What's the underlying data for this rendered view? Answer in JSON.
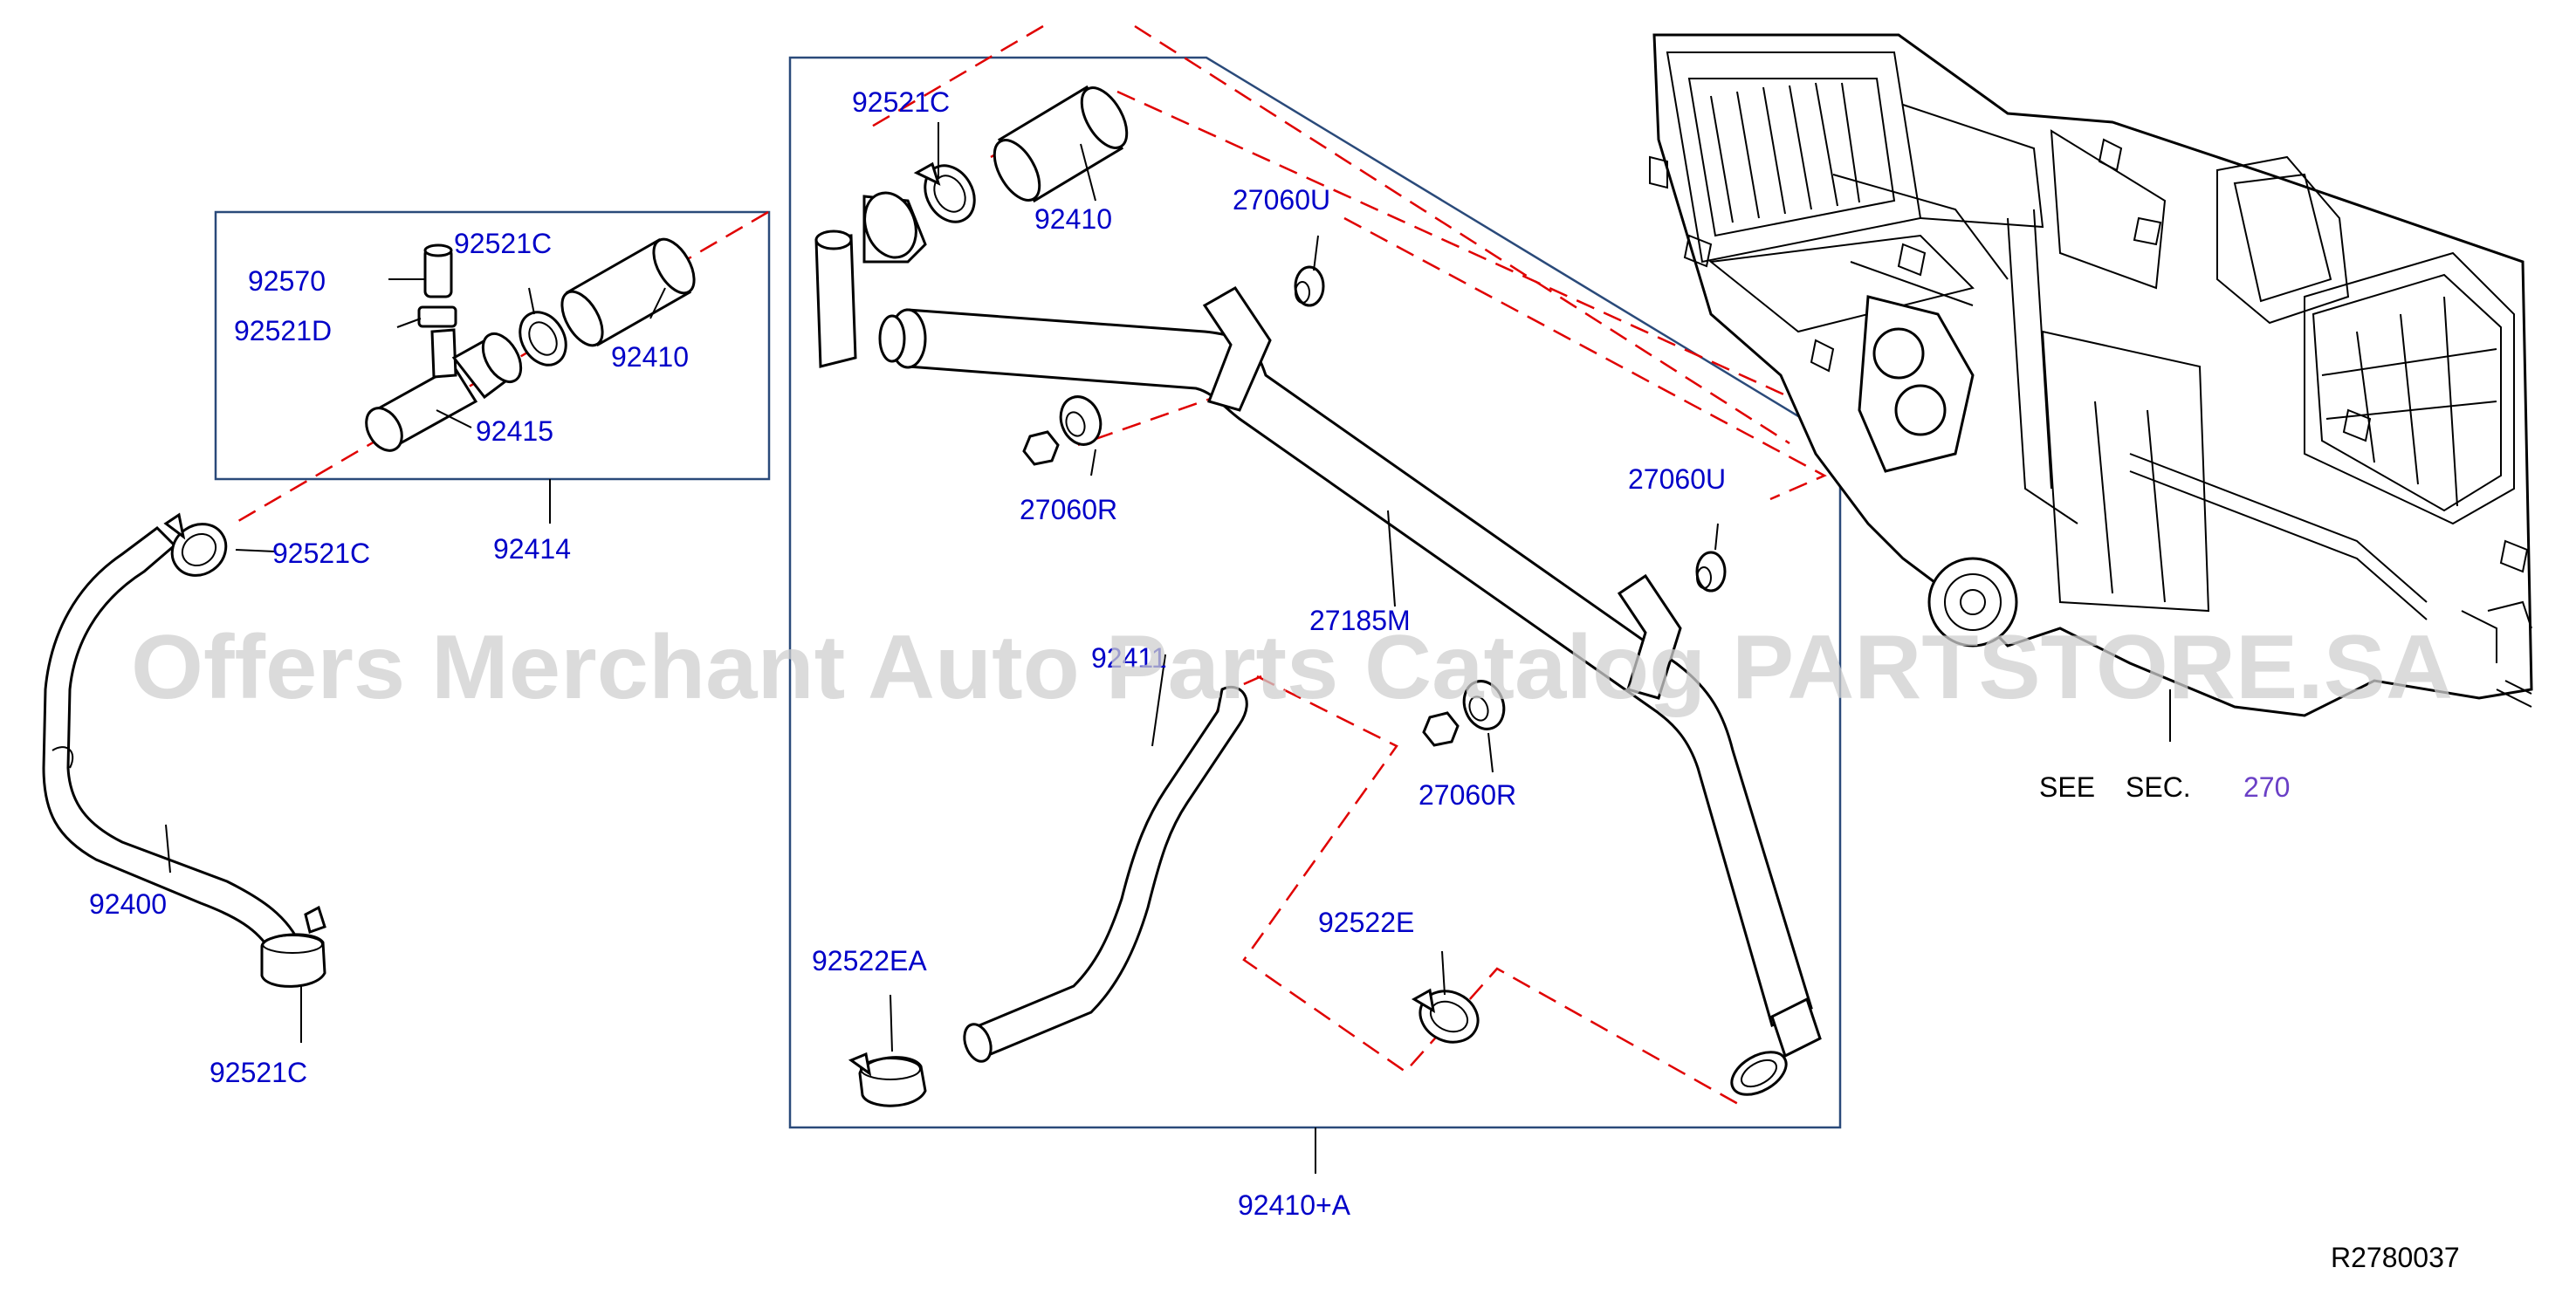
{
  "labels": {
    "p92521c_top": "92521C",
    "p92410_top": "92410",
    "p27060u_1": "27060U",
    "p27060r_1": "27060R",
    "p92570": "92570",
    "p92521c_box": "92521C",
    "p92521d": "92521D",
    "p92410_box": "92410",
    "p92415": "92415",
    "p92414": "92414",
    "p92521c_left": "92521C",
    "p92400": "92400",
    "p92521c_bottom": "92521C",
    "p27060u_2": "27060U",
    "p27185m": "27185M",
    "p924_partial": "92411",
    "p27060r_2": "27060R",
    "p92522ea": "92522EA",
    "p92522e": "92522E",
    "p92410a": "92410+A",
    "see": "SEE",
    "sec": "SEC.",
    "sec_num": "270",
    "ref": "R2780037"
  },
  "watermark": "Offers Merchant Auto Parts Catalog PARTSTORE.SA",
  "colors": {
    "label": "#0000c8",
    "dashed_leader": "#e00000",
    "frame": "#2a4a7a",
    "section_ref": "#6a3fc6"
  }
}
